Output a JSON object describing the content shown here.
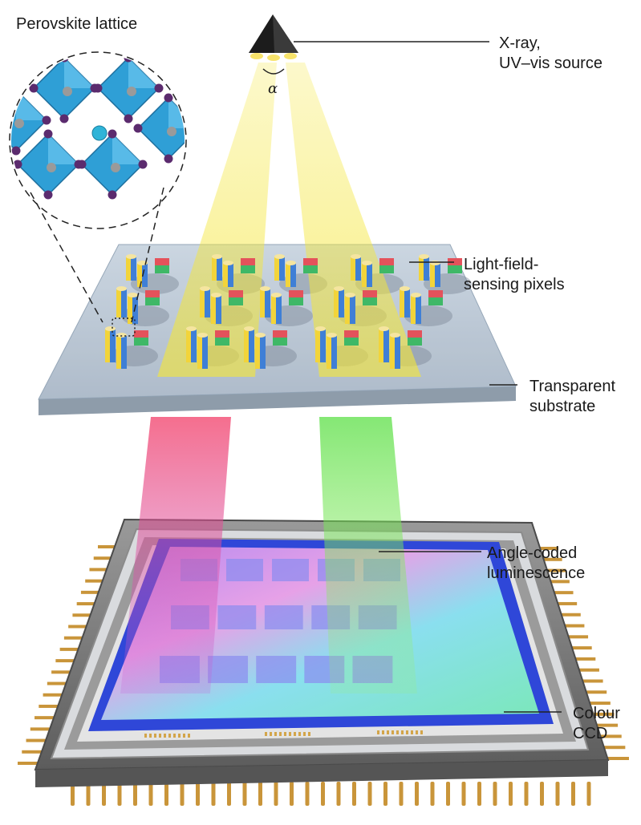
{
  "diagram": {
    "inset_title": "Perovskite lattice",
    "source_label": "X-ray,\nUV–vis source",
    "angle_symbol": "α",
    "pixels_label": "Light-field-\nsensing pixels",
    "substrate_label": "Transparent\nsubstrate",
    "luminescence_label": "Angle-coded\nluminescence",
    "ccd_label": "Colour\nCCD"
  },
  "colors": {
    "beam_yellow": "#f4e63a",
    "beam_red": "#f2426b",
    "beam_green": "#5fe04a",
    "octahedron": "#2f9fd6",
    "halide": "#5b2b6e",
    "substrate": "#b9c7d6",
    "ccd_frame": "#7c7c7c",
    "ccd_inner": "#2f47d8"
  }
}
